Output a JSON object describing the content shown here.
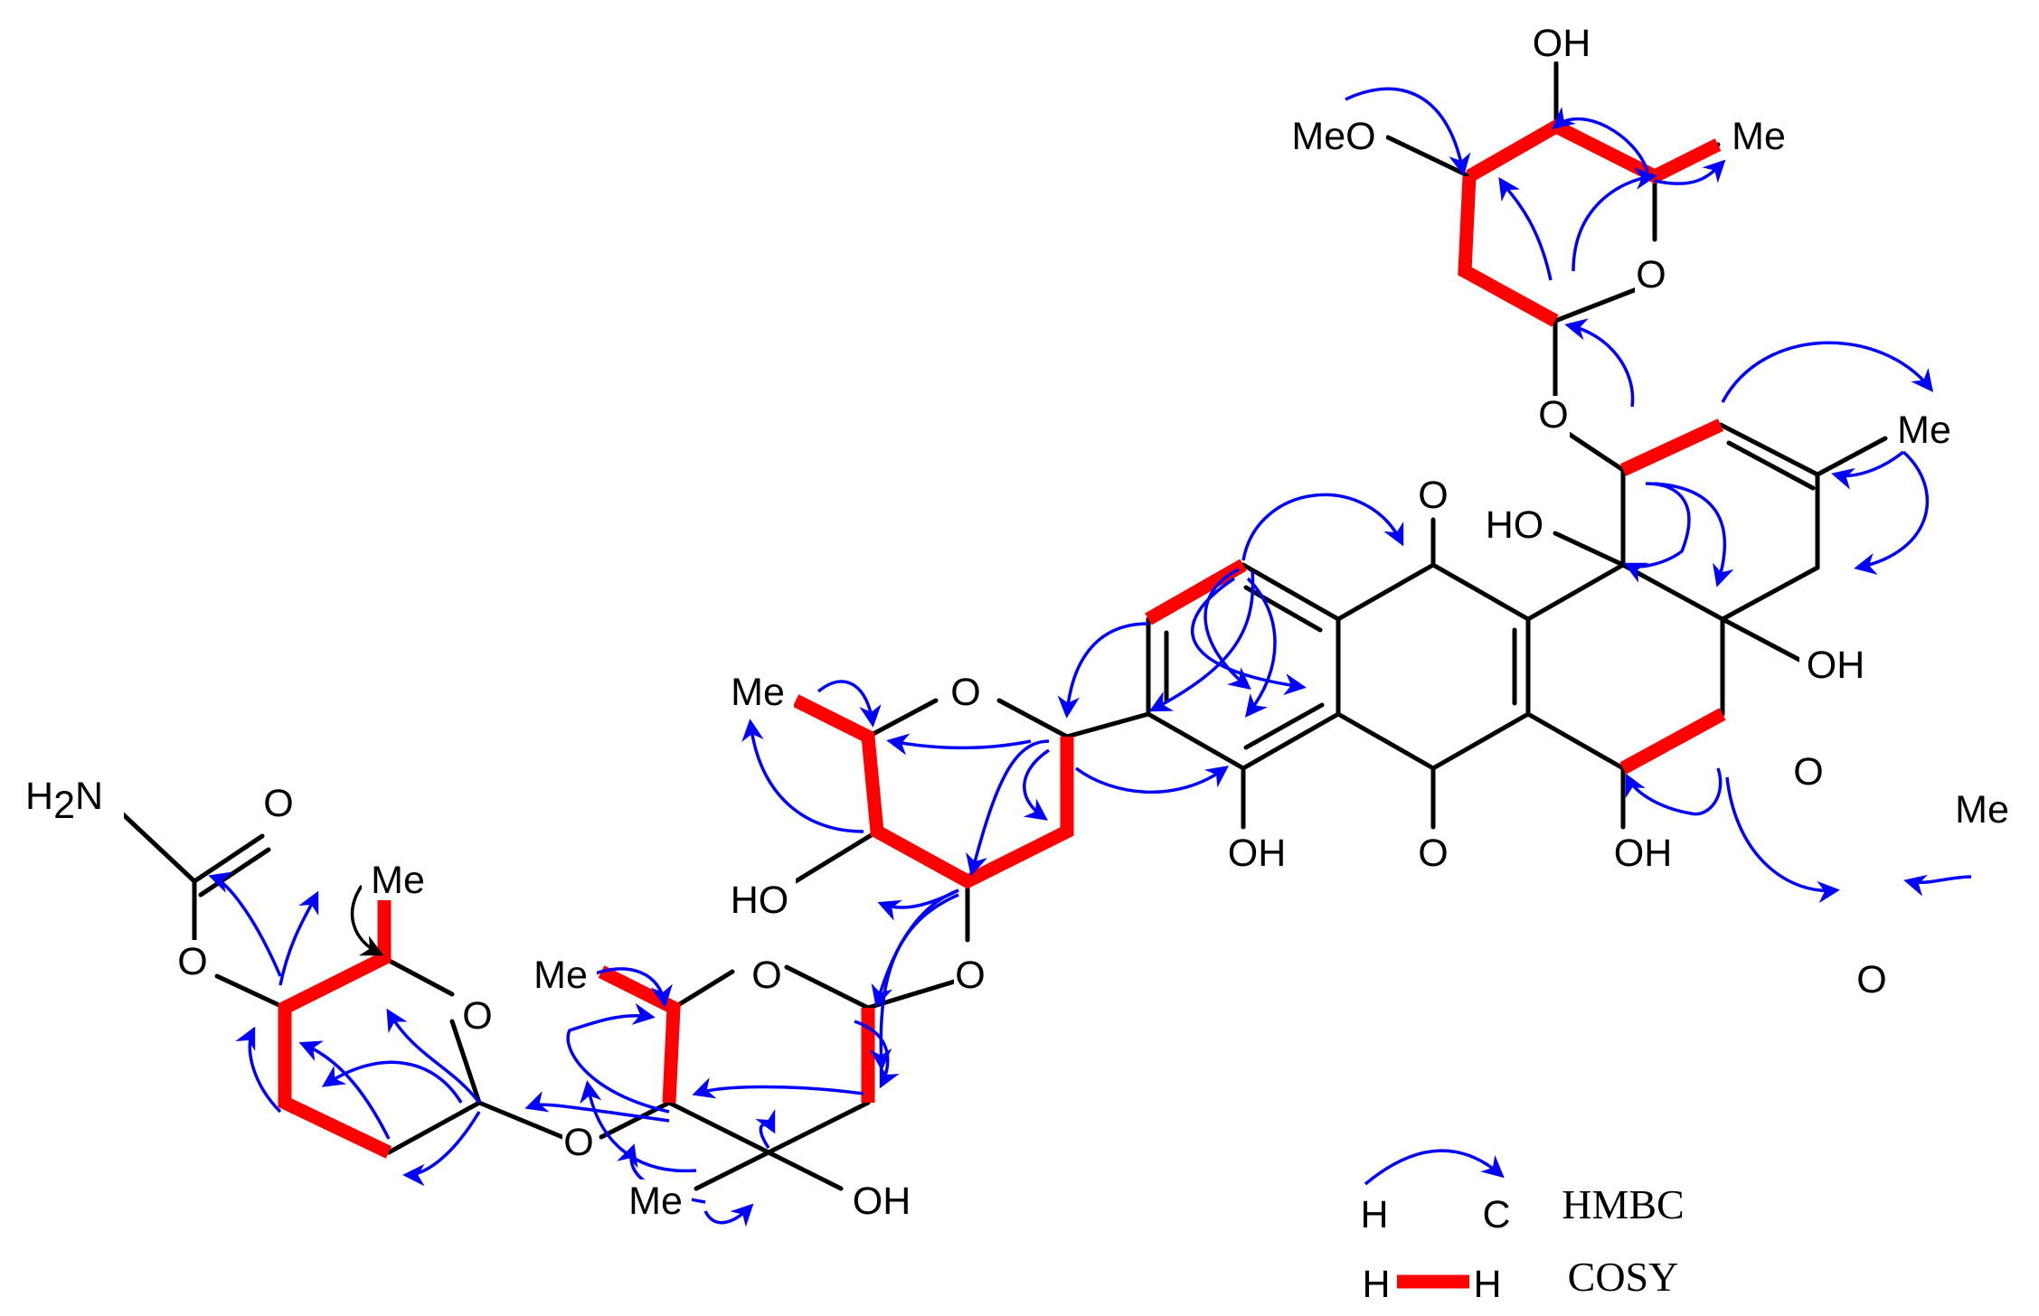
{
  "molecule_labels": {
    "oh_top": "OH",
    "meo": "MeO",
    "me_top": "Me",
    "o_top_ring": "O",
    "o_link_top": "O",
    "me_right": "Me",
    "ho_c6a": "HO",
    "oh_c4a": "OH",
    "o_quinone_top": "O",
    "o_quinone_bottom": "O",
    "oh_c12": "OH",
    "oh_c11": "OH",
    "o_acetoxy": "O",
    "me_acetyl": "Me",
    "o_carbonyl_acetyl": "O",
    "me_sugar3": "Me",
    "o_sugar3_ring": "O",
    "ho_sugar3": "HO",
    "o_link_sugar3": "O",
    "me_sugar2": "Me",
    "o_sugar2_ring": "O",
    "me_sugar2_quat": "Me",
    "oh_sugar2": "OH",
    "o_link_sugar2": "O",
    "h2n_h": "H",
    "h2n_2": "2",
    "h2n_n": "N",
    "o_carbamate_carbonyl": "O",
    "o_carbamate_ester": "O",
    "me_sugar1": "Me",
    "o_sugar1_ring": "O"
  },
  "legend": {
    "hmbc_h": "H",
    "hmbc_c": "C",
    "hmbc_label": "HMBC",
    "cosy_h1": "H",
    "cosy_h2": "H",
    "cosy_label": "COSY"
  },
  "colors": {
    "bond": "#000000",
    "cosy": "#ff0000",
    "hmbc": "#0000ff",
    "hmbc_nonstandard": "#000000"
  }
}
